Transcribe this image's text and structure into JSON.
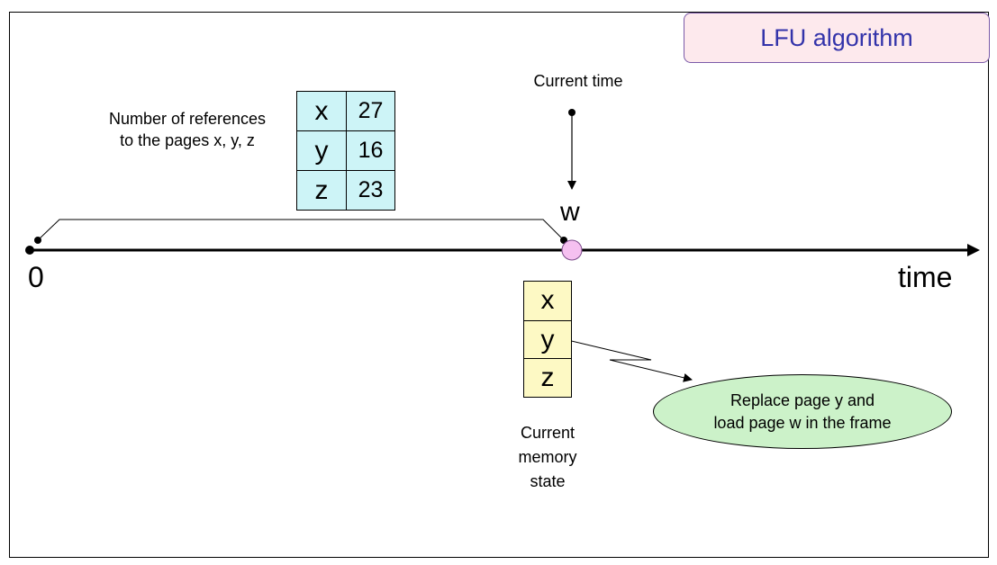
{
  "title": "LFU algorithm",
  "references_label": [
    "Number of references",
    "to the pages x, y, z"
  ],
  "reference_table": [
    {
      "page": "x",
      "count": "27"
    },
    {
      "page": "y",
      "count": "16"
    },
    {
      "page": "z",
      "count": "23"
    }
  ],
  "current_time_label": "Current time",
  "new_page": "w",
  "timeline": {
    "start_label": "0",
    "end_label": "time"
  },
  "memory": {
    "frames": [
      "x",
      "y",
      "z"
    ],
    "caption": [
      "Current",
      "memory",
      "state"
    ]
  },
  "callout": [
    "Replace page y and",
    "load page w in the frame"
  ],
  "colors": {
    "title_bg": "#fde9ed",
    "title_text": "#3333aa",
    "table_bg": "#cdf4f7",
    "memory_bg": "#fdf9c4",
    "callout_bg": "#ccf2c9",
    "current_point": "#f5c0f0"
  }
}
